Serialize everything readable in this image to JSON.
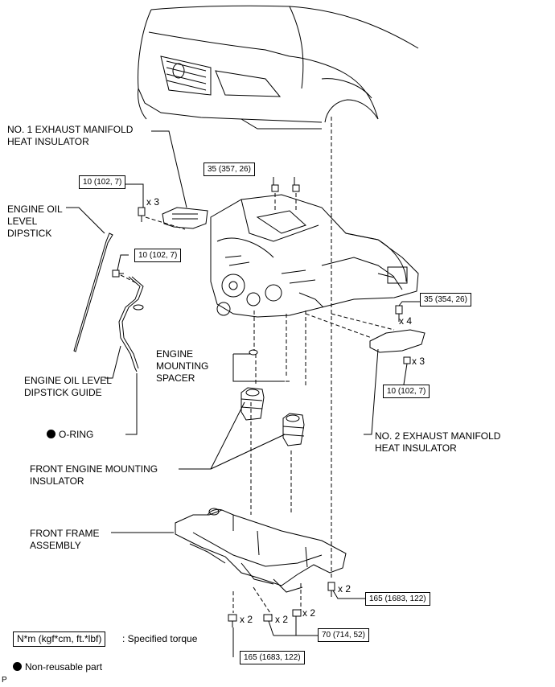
{
  "labels": {
    "no1_heat_insulator": [
      "NO. 1 EXHAUST MANIFOLD",
      "HEAT INSULATOR"
    ],
    "oil_dipstick": [
      "ENGINE OIL",
      "LEVEL",
      "DIPSTICK"
    ],
    "dipstick_guide": [
      "ENGINE OIL LEVEL",
      "DIPSTICK GUIDE"
    ],
    "o_ring": "O-RING",
    "mounting_spacer": [
      "ENGINE",
      "MOUNTING",
      "SPACER"
    ],
    "front_mounting_insulator": [
      "FRONT ENGINE MOUNTING",
      "INSULATOR"
    ],
    "no2_heat_insulator": [
      "NO. 2 EXHAUST MANIFOLD",
      "HEAT INSULATOR"
    ],
    "front_frame": [
      "FRONT FRAME",
      "ASSEMBLY"
    ]
  },
  "torques": {
    "t1": "10 (102, 7)",
    "t2": "35 (357, 26)",
    "t3": "10 (102, 7)",
    "t4": "35 (354, 26)",
    "t5": "10 (102, 7)",
    "t6": "165 (1683, 122)",
    "t7": "70 (714, 52)",
    "t8": "165 (1683, 122)"
  },
  "quantities": {
    "q1": "x 3",
    "q2": "x 4",
    "q3": "x 3",
    "q4": "x 2",
    "q5": "x 2",
    "q6": "x 2",
    "q7": "x 2"
  },
  "legend": {
    "torque_units": "N*m (kgf*cm, ft.*lbf)",
    "torque_desc": ": Specified torque",
    "non_reusable": "Non-reusable part"
  },
  "corner_mark": "P"
}
